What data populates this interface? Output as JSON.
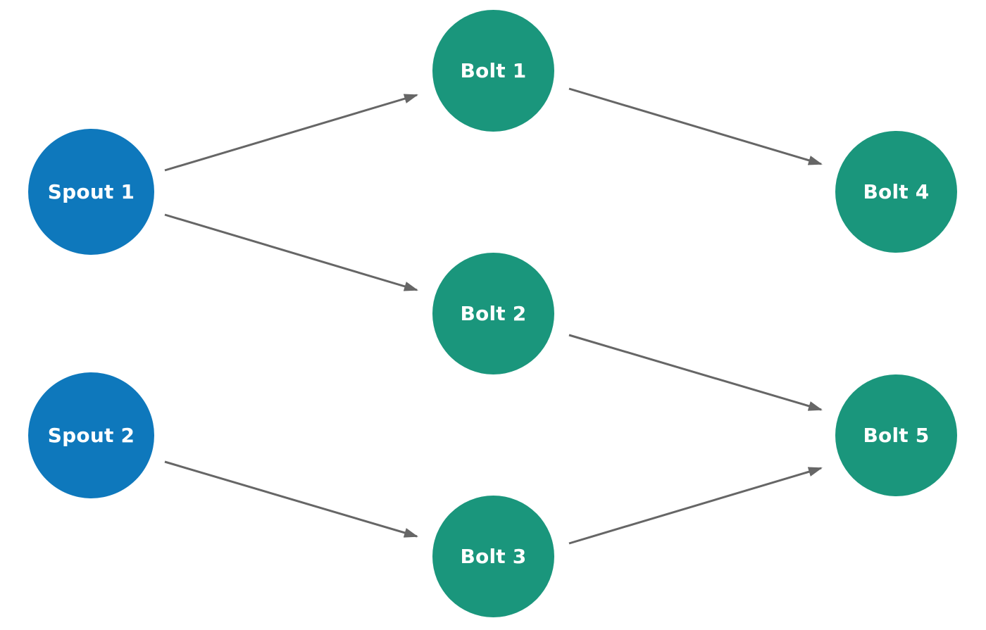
{
  "colors": {
    "spout": "#0e78bc",
    "bolt": "#1a967c",
    "edge": "#666666",
    "label": "#ffffff"
  },
  "nodes": {
    "spout1": {
      "label": "Spout 1",
      "kind": "spout"
    },
    "spout2": {
      "label": "Spout 2",
      "kind": "spout"
    },
    "bolt1": {
      "label": "Bolt 1",
      "kind": "bolt"
    },
    "bolt2": {
      "label": "Bolt 2",
      "kind": "bolt"
    },
    "bolt3": {
      "label": "Bolt 3",
      "kind": "bolt"
    },
    "bolt4": {
      "label": "Bolt 4",
      "kind": "bolt"
    },
    "bolt5": {
      "label": "Bolt 5",
      "kind": "bolt"
    }
  },
  "edges": [
    {
      "from": "spout1",
      "to": "bolt1"
    },
    {
      "from": "spout1",
      "to": "bolt2"
    },
    {
      "from": "spout2",
      "to": "bolt3"
    },
    {
      "from": "bolt1",
      "to": "bolt4"
    },
    {
      "from": "bolt2",
      "to": "bolt5"
    },
    {
      "from": "bolt3",
      "to": "bolt5"
    }
  ]
}
